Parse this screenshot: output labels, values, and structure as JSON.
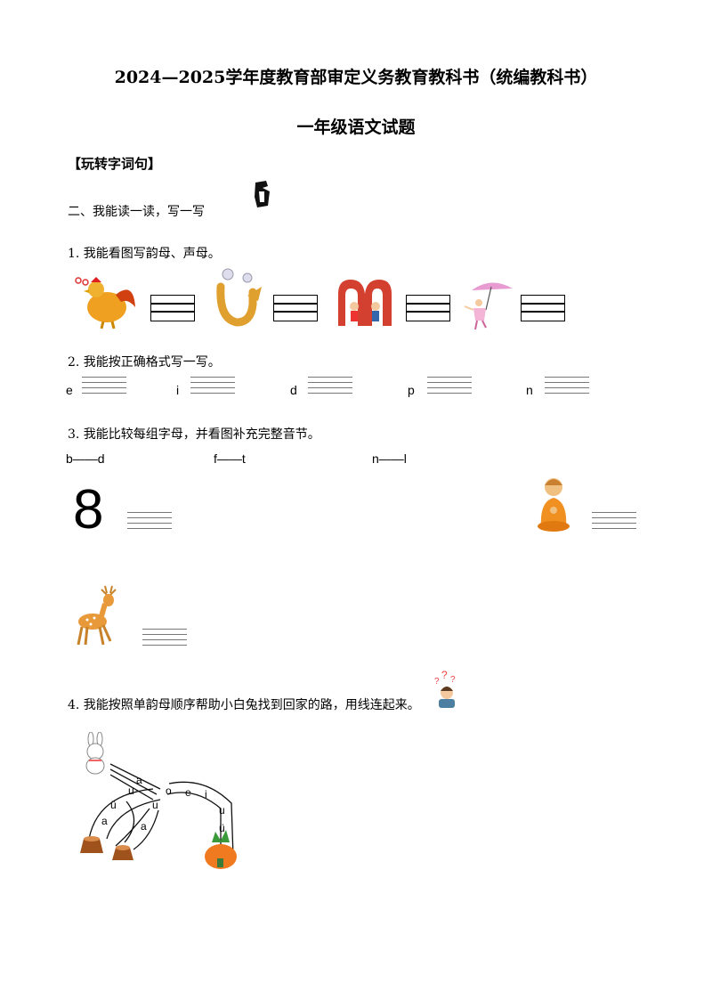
{
  "doc": {
    "title": "2024—2025学年度教育部审定义务教育教科书（统编教科书）",
    "subtitle": "一年级语文试题"
  },
  "section": {
    "heading": "【玩转字词句】",
    "part": "二、我能读一读，写一写"
  },
  "q1": {
    "text": "1. 我能看图写韵母、声母。"
  },
  "q2": {
    "text": "2. 我能按正确格式写一写。",
    "letters": [
      "e",
      "i",
      "d",
      "p",
      "n"
    ]
  },
  "q3": {
    "text": "3. 我能比较每组字母，并看图补充完整音节。",
    "pairs": [
      "b——d",
      "f——t",
      "n——l"
    ],
    "digit": "8"
  },
  "q4": {
    "text": "4. 我能按照单韵母顺序帮助小白兔找到回家的路，用线连起来。",
    "maze_letters": [
      "a",
      "u",
      "ü",
      "a",
      "a",
      "u",
      "o",
      "e",
      "i",
      "u",
      "ü"
    ]
  }
}
